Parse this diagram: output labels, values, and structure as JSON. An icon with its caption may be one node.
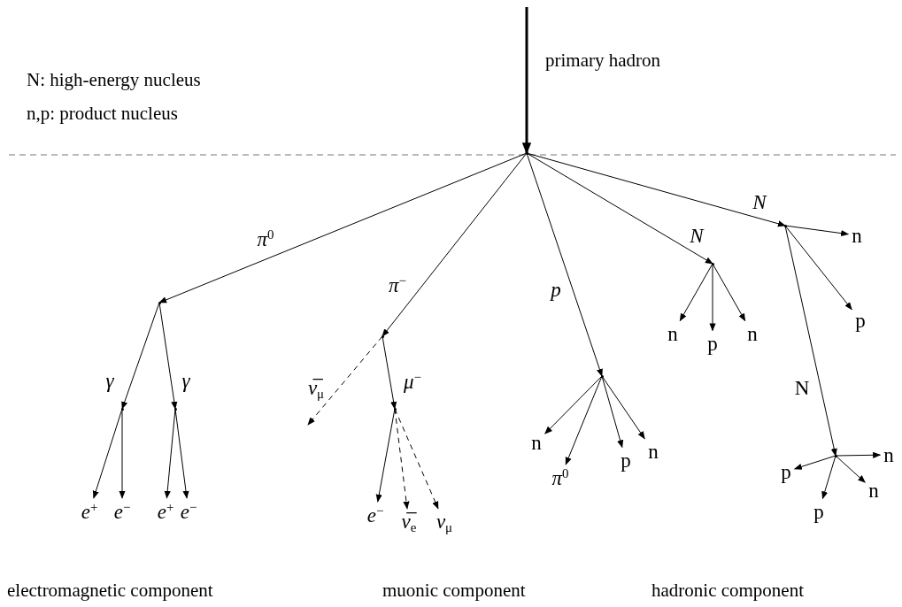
{
  "diagram": {
    "nodes": [
      {
        "text": [],
        "shape": "point"
      },
      {
        "text": [],
        "shape": "point"
      },
      {
        "text": [],
        "shape": "point"
      },
      {
        "text": [],
        "shape": "point"
      },
      {
        "text": [],
        "shape": "point"
      },
      {
        "text": [],
        "shape": "point"
      },
      {
        "text": [
          "n"
        ]
      },
      {
        "text": [],
        "shape": "point"
      },
      {
        "text": [],
        "shape": "point"
      },
      {
        "text": [],
        "shape": "point"
      },
      {
        "text": [
          "p"
        ]
      },
      {
        "text": [
          "n"
        ]
      },
      {
        "text": [
          "p"
        ]
      },
      {
        "text": [
          "n"
        ]
      },
      {
        "text": [],
        "shape": "point"
      },
      {
        "text": [
          "n"
        ]
      },
      {
        "text": [
          "*π*$^{0}$"
        ]
      },
      {
        "text": [
          "p"
        ]
      },
      {
        "text": [
          "n"
        ]
      },
      {
        "text": [
          "n"
        ]
      },
      {
        "text": [
          "p"
        ]
      },
      {
        "text": [
          "*e*$^{−}$"
        ]
      },
      {
        "text": [
          "n"
        ]
      },
      {
        "text": [
          "p"
        ]
      },
      {
        "text": [
          "*e*$^{+}$"
        ]
      },
      {
        "text": [
          "*e*$^{−}$"
        ]
      },
      {
        "text": [
          "*e*$^{+}$"
        ]
      },
      {
        "text": [
          "*e*$^{−}$"
        ]
      },
      {
        "text": [
          "*ν̅*$_{e}$"
        ]
      },
      {
        "text": [
          "*ν*$_{μ}$"
        ]
      }
    ],
    "edges": [
      {
        "from": null,
        "to": 0,
        "arrow": "to",
        "style": "thick",
        "label": "primary hadron"
      },
      {
        "from": 0,
        "to": 1,
        "arrow": "to",
        "label": "*π*$^{0}$"
      },
      {
        "from": 0,
        "to": 2,
        "arrow": "to",
        "label": "*π*$^{−}$"
      },
      {
        "from": 0,
        "to": 3,
        "arrow": "to",
        "label": "*p*"
      },
      {
        "from": 0,
        "to": 4,
        "arrow": "to",
        "label": "*N*"
      },
      {
        "from": 0,
        "to": 5,
        "arrow": "to",
        "label": "*N*"
      },
      {
        "from": 5,
        "to": 6,
        "arrow": "to"
      },
      {
        "from": 5,
        "to": 10,
        "arrow": "to"
      },
      {
        "from": 5,
        "to": 14,
        "arrow": "to",
        "label": "N"
      },
      {
        "from": 4,
        "to": 11,
        "arrow": "to"
      },
      {
        "from": 4,
        "to": 12,
        "arrow": "to"
      },
      {
        "from": 4,
        "to": 13,
        "arrow": "to"
      },
      {
        "from": 1,
        "to": 7,
        "arrow": "to",
        "label": "*γ*"
      },
      {
        "from": 1,
        "to": 8,
        "arrow": "to",
        "label": "*γ*"
      },
      {
        "from": 2,
        "to": null,
        "arrow": "to",
        "style": "dashed",
        "label": "*ν̅*$_{μ}$"
      },
      {
        "from": 2,
        "to": 9,
        "arrow": "to",
        "label": "*μ*$^{−}$"
      },
      {
        "from": 3,
        "to": 15,
        "arrow": "to"
      },
      {
        "from": 3,
        "to": 16,
        "arrow": "to"
      },
      {
        "from": 3,
        "to": 17,
        "arrow": "to"
      },
      {
        "from": 3,
        "to": 18,
        "arrow": "to"
      },
      {
        "from": 7,
        "to": 24,
        "arrow": "to"
      },
      {
        "from": 7,
        "to": 25,
        "arrow": "to"
      },
      {
        "from": 8,
        "to": 26,
        "arrow": "to"
      },
      {
        "from": 8,
        "to": 27,
        "arrow": "to"
      },
      {
        "from": 9,
        "to": 21,
        "arrow": "to"
      },
      {
        "from": 9,
        "to": 28,
        "arrow": "to",
        "style": "dashed"
      },
      {
        "from": 9,
        "to": 29,
        "arrow": "to",
        "style": "dashed"
      },
      {
        "from": 14,
        "to": 19,
        "arrow": "to"
      },
      {
        "from": 14,
        "to": 20,
        "arrow": "to"
      },
      {
        "from": 14,
        "to": 23,
        "arrow": "to"
      },
      {
        "from": 14,
        "to": 22,
        "arrow": "to"
      }
    ],
    "labels": [
      "N: high-energy nucleus",
      "n,p: product nucleus",
      "electromagnetic component",
      "muonic component",
      "hadronic component"
    ]
  }
}
